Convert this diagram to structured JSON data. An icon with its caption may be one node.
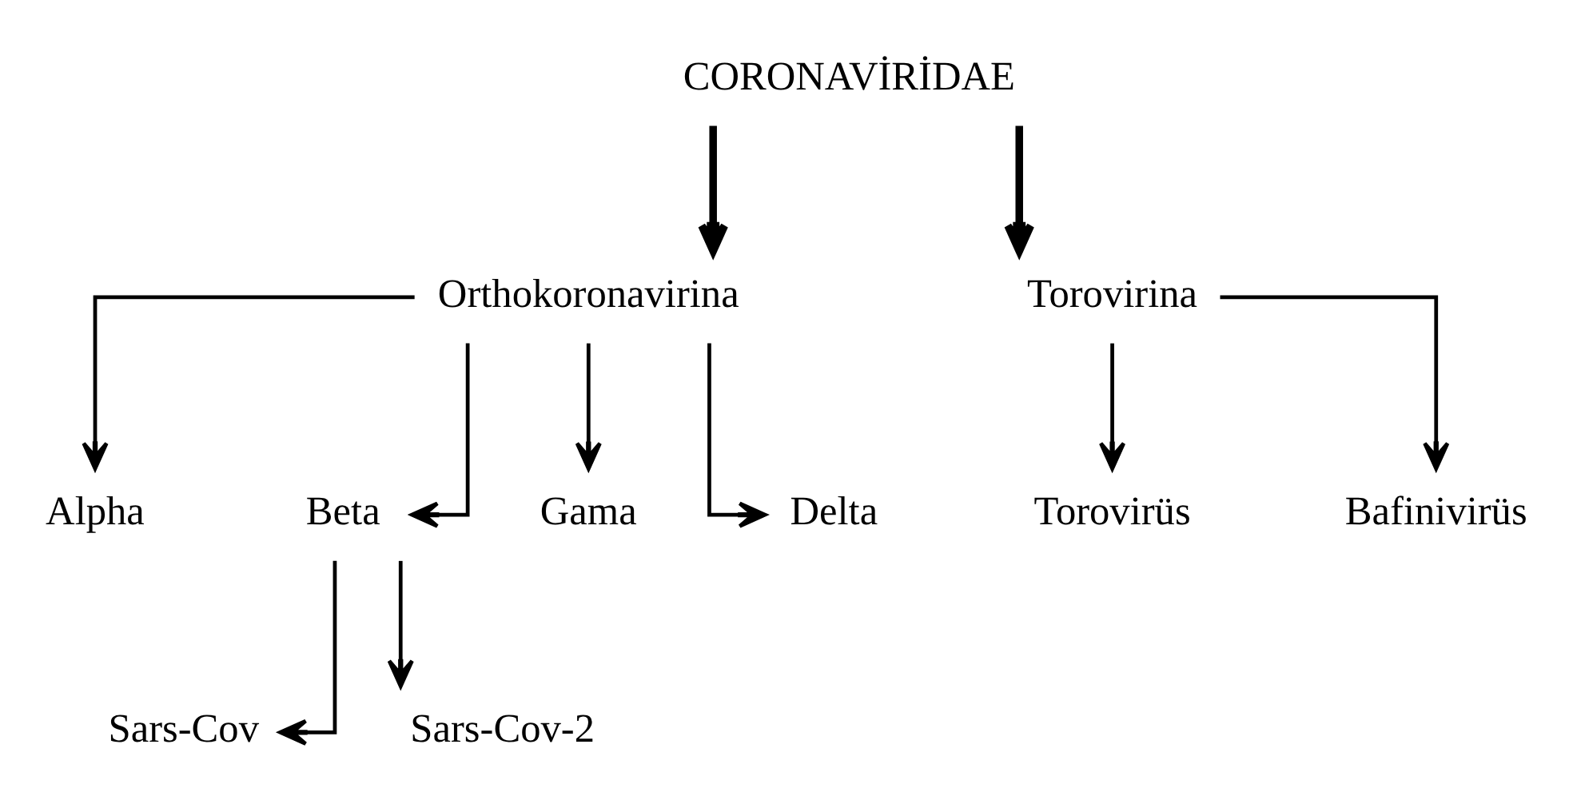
{
  "diagram": {
    "nodes": [
      {
        "text": [
          "CORONAVİRİDAE"
        ]
      },
      {
        "text": [
          "Orthokoronavirina"
        ]
      },
      {
        "text": [
          "Torovirina"
        ]
      },
      {
        "text": [
          "Alpha"
        ]
      },
      {
        "text": [
          "Beta"
        ]
      },
      {
        "text": [
          "Gama"
        ]
      },
      {
        "text": [
          "Delta"
        ]
      },
      {
        "text": [
          "Torovirüs"
        ]
      },
      {
        "text": [
          "Bafinivirüs"
        ]
      },
      {
        "text": [
          "Sars-Cov"
        ]
      },
      {
        "text": [
          "Sars-Cov-2"
        ]
      }
    ],
    "edges": [
      {
        "from": 0,
        "to": 1,
        "arrow": "to",
        "style": "thick"
      },
      {
        "from": 0,
        "to": 2,
        "arrow": "to",
        "style": "thick"
      },
      {
        "from": 1,
        "to": 3,
        "arrow": "to"
      },
      {
        "from": 1,
        "to": 4,
        "arrow": "to"
      },
      {
        "from": 1,
        "to": 5,
        "arrow": "to"
      },
      {
        "from": 1,
        "to": 6,
        "arrow": "to"
      },
      {
        "from": 2,
        "to": 7,
        "arrow": "to"
      },
      {
        "from": 2,
        "to": 8,
        "arrow": "to"
      },
      {
        "from": 4,
        "to": 9,
        "arrow": "to"
      },
      {
        "from": 4,
        "to": 10,
        "arrow": "to"
      }
    ]
  }
}
